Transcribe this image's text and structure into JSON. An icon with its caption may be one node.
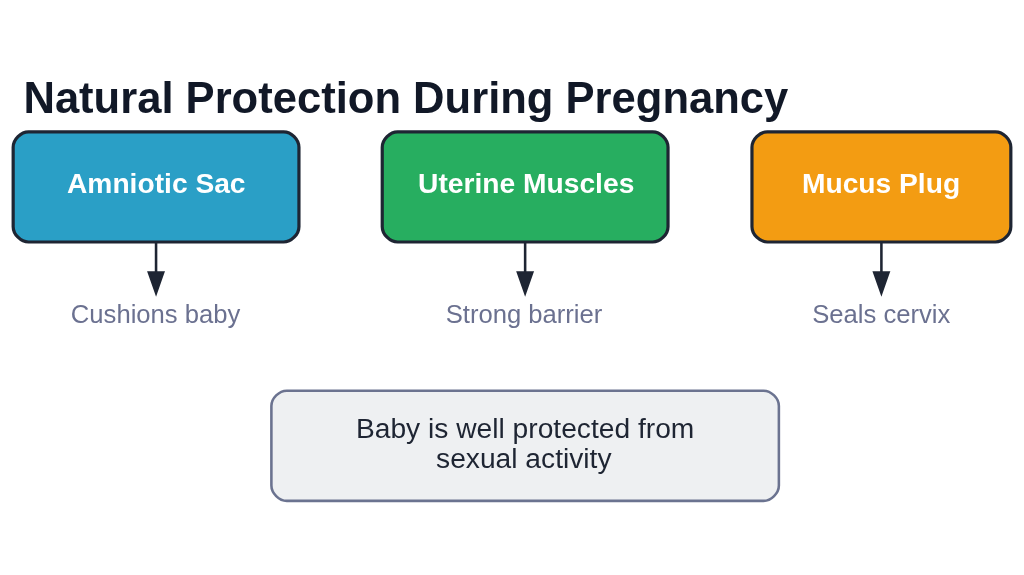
{
  "diagram": {
    "title": "Natural Protection During Pregnancy",
    "nodes": [
      {
        "text": [
          "Amniotic Sac"
        ]
      },
      {
        "text": [
          "Uterine Muscles"
        ]
      },
      {
        "text": [
          "Mucus Plug"
        ]
      },
      {
        "text": [
          "Cushions baby"
        ]
      },
      {
        "text": [
          "Strong barrier"
        ]
      },
      {
        "text": [
          "Seals cervix"
        ]
      },
      {
        "text": [
          "Baby is well protected from sexual activity"
        ]
      }
    ],
    "edges": [
      {
        "from": 0,
        "to": 3,
        "arrow": "to"
      },
      {
        "from": 1,
        "to": 4,
        "arrow": "to"
      },
      {
        "from": 2,
        "to": 5,
        "arrow": "to"
      }
    ]
  }
}
